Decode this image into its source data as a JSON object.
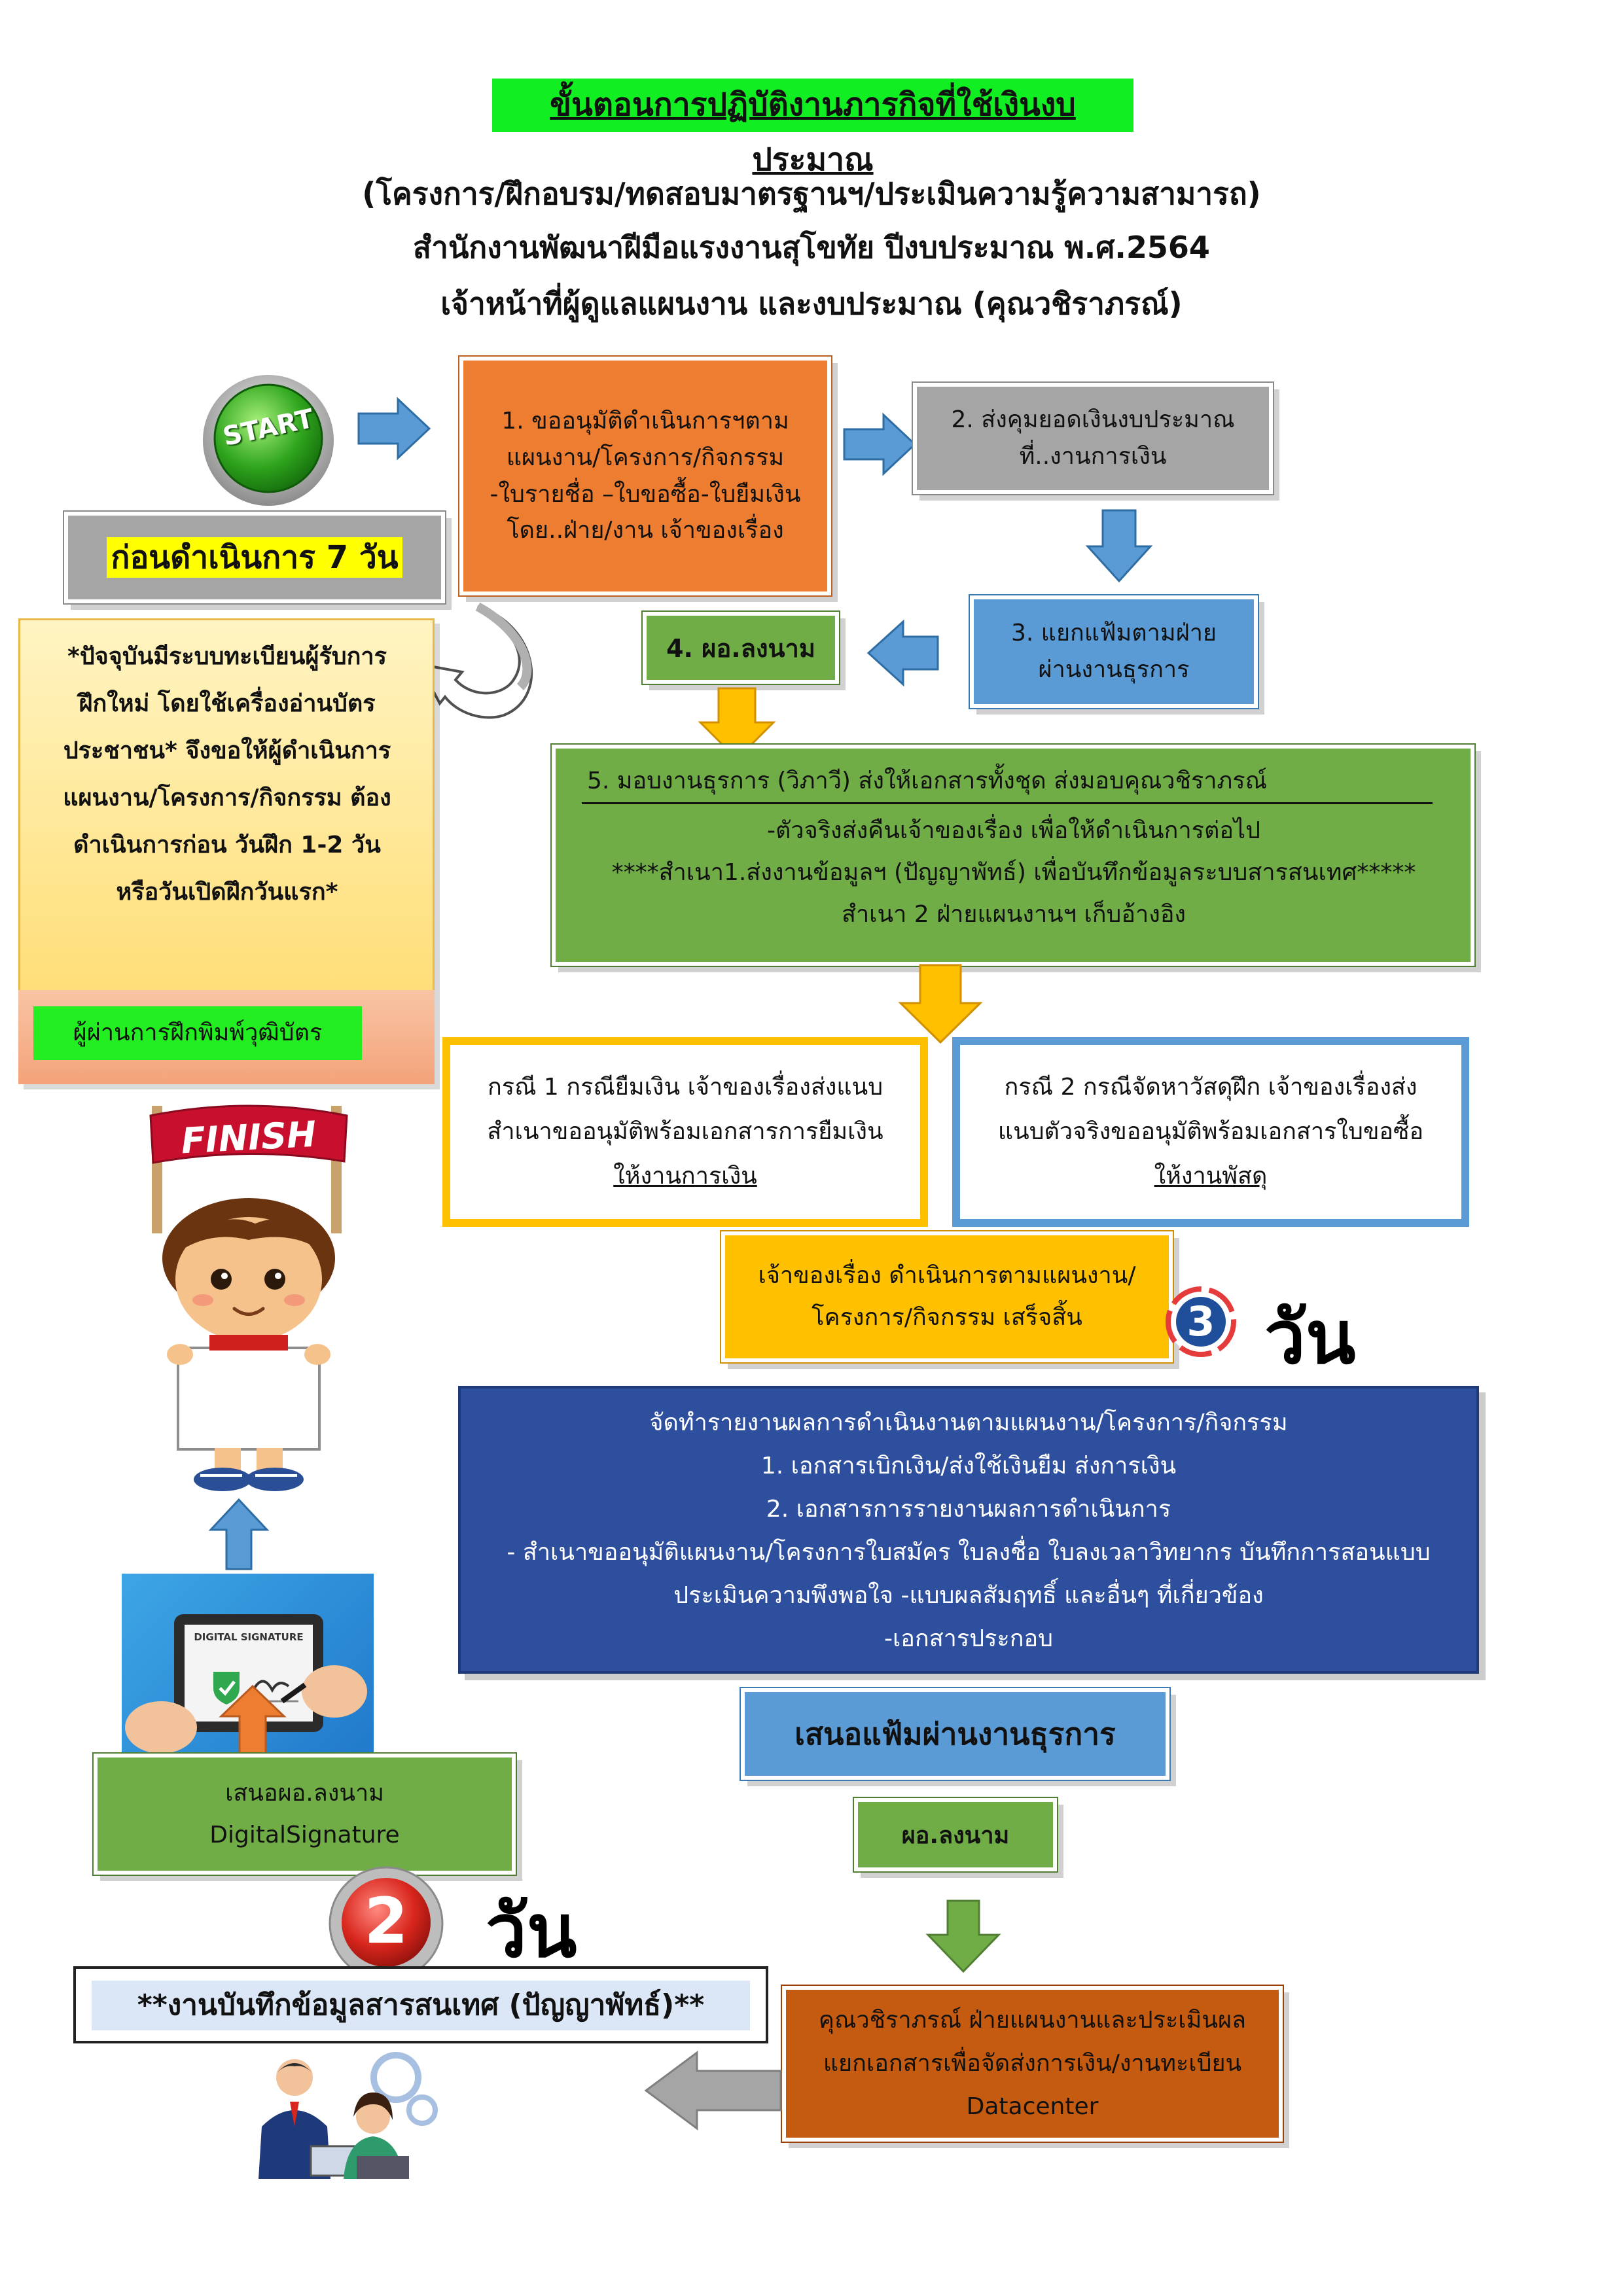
{
  "header": {
    "title": "ขั้นตอนการปฏิบัติงานภารกิจที่ใช้เงินงบประมาณ",
    "subtitle1": "(โครงการ/ฝึกอบรม/ทดสอบมาตรฐานฯ/ประเมินความรู้ความสามารถ)",
    "subtitle2": "สำนักงานพัฒนาฝีมือแรงงานสุโขทัย ปีงบประมาณ พ.ศ.2564",
    "subtitle3": "เจ้าหน้าที่ผู้ดูแลแผนงาน และงบประมาณ (คุณวชิราภรณ์)"
  },
  "start_label": "START",
  "finish_label": "FINISH",
  "before_box": "ก่อนดำเนินการ 7 วัน",
  "step1": {
    "line1": "1. ขออนุมัติดำเนินการฯตาม",
    "line2": "แผนงาน/โครงการ/กิจกรรม",
    "line3": "-ใบรายชื่อ –ใบขอซื้อ-ใบยืมเงิน",
    "line4": "โดย..ฝ่าย/งาน เจ้าของเรื่อง"
  },
  "step2": {
    "line1": "2. ส่งคุมยอดเงินงบประมาณ",
    "line2": "ที่..งานการเงิน"
  },
  "step3": {
    "line1": "3. แยกแฟ้มตามฝ่าย",
    "line2": "ผ่านงานธุรการ"
  },
  "step4": "4. ผอ.ลงนาม",
  "step5": {
    "line1": "5. มอบงานธุรการ (วิภาวี) ส่งให้เอกสารทั้งชุด ส่งมอบคุณวชิราภรณ์",
    "line2": "-ตัวจริงส่งคืนเจ้าของเรื่อง เพื่อให้ดำเนินการต่อไป",
    "line3": "****สำเนา1.ส่งงานข้อมูลฯ (ปัญญาพัทธ์) เพื่อบันทึกข้อมูลระบบสารสนเทศ*****",
    "line4": "สำเนา 2 ฝ่ายแผนงานฯ เก็บอ้างอิง"
  },
  "note_box": {
    "line1": "*ปัจจุบันมีระบบทะเบียนผู้รับการ",
    "line2": "ฝึกใหม่ โดยใช้เครื่องอ่านบัตร",
    "line3": "ประชาชน* จึงขอให้ผู้ดำเนินการ",
    "line4": "แผนงาน/โครงการ/กิจกรรม ต้อง",
    "line5": "ดำเนินการก่อน วันฝึก 1-2 วัน",
    "line6": "หรือวันเปิดฝึกวันแรก*",
    "footer": "ผู้ผ่านการฝึกพิมพ์วุฒิบัตร"
  },
  "case1": {
    "line1": "กรณี 1 กรณียืมเงิน เจ้าของเรื่องส่งแนบ",
    "line2": "สำเนาขออนุมัติพร้อมเอกสารการยืมเงิน",
    "line3": "ให้งานการเงิน"
  },
  "case2": {
    "line1": "กรณี 2 กรณีจัดหาวัสดุฝึก เจ้าของเรื่องส่ง",
    "line2": "แนบตัวจริงขออนุมัติพร้อมเอกสารใบขอซื้อ",
    "line3": "ให้งานพัสดุ"
  },
  "owner_box": {
    "line1": "เจ้าของเรื่อง ดำเนินการตามแผนงาน/",
    "line2": "โครงการ/กิจกรรม เสร็จสิ้น"
  },
  "days3": {
    "number": "3",
    "unit": "วัน"
  },
  "report_box": {
    "line1": "จัดทำรายงานผลการดำเนินงานตามแผนงาน/โครงการ/กิจกรรม",
    "line2": "1.    เอกสารเบิกเงิน/ส่งใช้เงินยืม  ส่งการเงิน",
    "line3": "2.    เอกสารการรายงานผลการดำเนินการ",
    "line4": "- สำเนาขออนุมัติแผนงาน/โครงการใบสมัคร ใบลงชื่อ ใบลงเวลาวิทยากร บันทึกการสอนแบบ",
    "line5": "ประเมินความพึงพอใจ  -แบบผลสัมฤทธิ์ และอื่นๆ ที่เกี่ยวข้อง",
    "line6": "-เอกสารประกอบ"
  },
  "present_box": "เสนอแฟ้มผ่านงานธุรการ",
  "director_sign": "ผอ.ลงนาม",
  "vachiraporn_box": {
    "line1": "คุณวชิราภรณ์ ฝ่ายแผนงานและประเมินผล",
    "line2": "แยกเอกสารเพื่อจัดส่งการเงิน/งานทะเบียน",
    "line3": "Datacenter"
  },
  "digital_box": {
    "line1": "เสนอผอ.ลงนาม",
    "line2": "DigitalSignature"
  },
  "tablet_label": "DIGITAL SIGNATURE",
  "days2": {
    "number": "2",
    "unit": "วัน"
  },
  "record_box": "**งานบันทึกข้อมูลสารสนเทศ (ปัญญาพัทธ์)**"
}
